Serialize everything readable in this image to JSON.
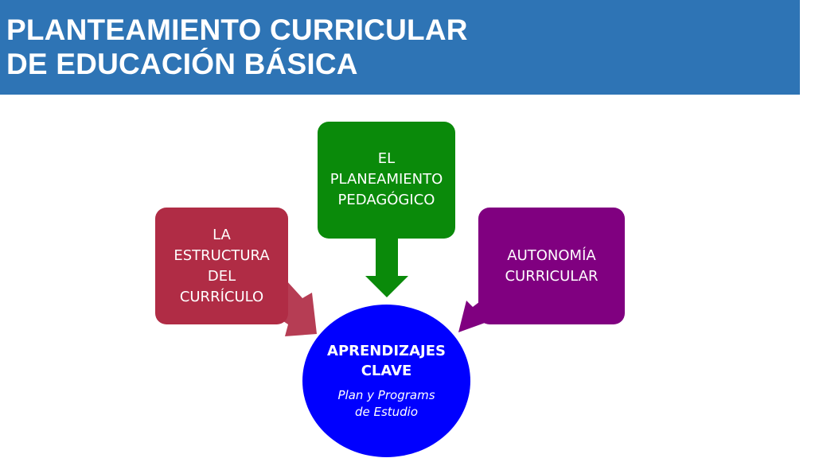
{
  "header": {
    "title_line1": "PLANTEAMIENTO CURRICULAR",
    "title_line2": "DE EDUCACIÓN BÁSICA",
    "background": "#2e74b5"
  },
  "boxes": {
    "left": {
      "lines": [
        "LA",
        "ESTRUCTURA",
        "DEL",
        "CURRÍCULO"
      ],
      "color": "#b02c45"
    },
    "center": {
      "lines": [
        "EL",
        "PLANEAMIENTO",
        "PEDAGÓGICO"
      ],
      "color": "#0a8a0a"
    },
    "right": {
      "lines": [
        "AUTONOMÍA",
        "CURRICULAR"
      ],
      "color": "#800080"
    }
  },
  "center_circle": {
    "title_lines": [
      "APRENDIZAJES",
      "CLAVE"
    ],
    "subtitle_lines": [
      "Plan y Programs",
      "de Estudio"
    ],
    "color": "#0000ff"
  }
}
